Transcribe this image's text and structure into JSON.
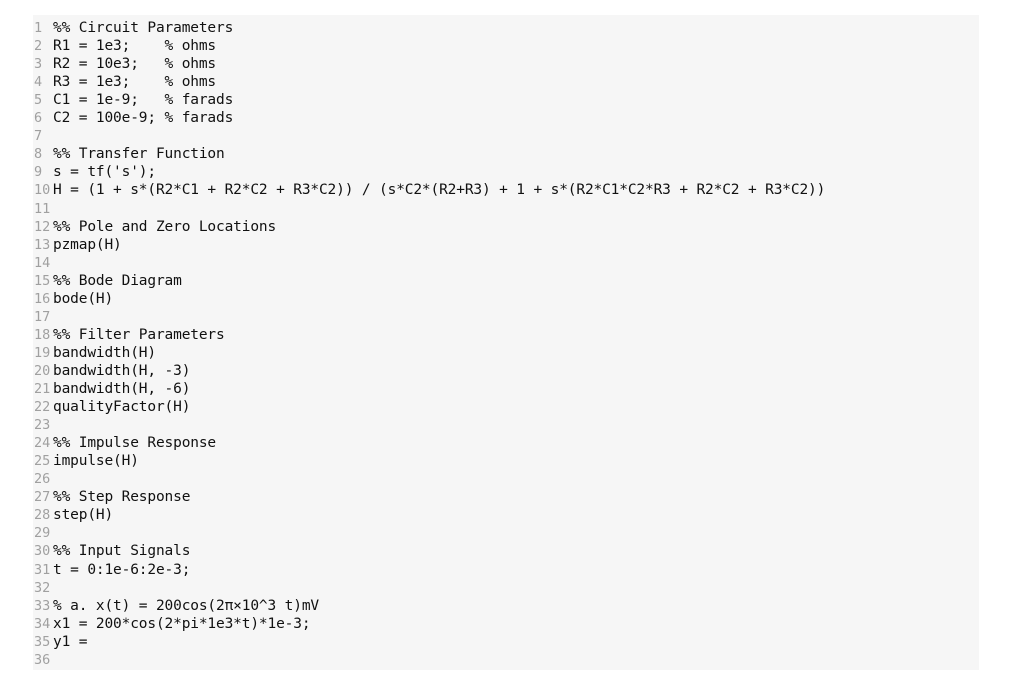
{
  "editor": {
    "lines": [
      "%% Circuit Parameters",
      "R1 = 1e3;    % ohms",
      "R2 = 10e3;   % ohms",
      "R3 = 1e3;    % ohms",
      "C1 = 1e-9;   % farads",
      "C2 = 100e-9; % farads",
      "",
      "%% Transfer Function",
      "s = tf('s');",
      "H = (1 + s*(R2*C1 + R2*C2 + R3*C2)) / (s*C2*(R2+R3) + 1 + s*(R2*C1*C2*R3 + R2*C2 + R3*C2))",
      "",
      "%% Pole and Zero Locations",
      "pzmap(H)",
      "",
      "%% Bode Diagram",
      "bode(H)",
      "",
      "%% Filter Parameters",
      "bandwidth(H)",
      "bandwidth(H, -3)",
      "bandwidth(H, -6)",
      "qualityFactor(H)",
      "",
      "%% Impulse Response",
      "impulse(H)",
      "",
      "%% Step Response",
      "step(H)",
      "",
      "%% Input Signals",
      "t = 0:1e-6:2e-3;",
      "",
      "% a. x(t) = 200cos(2π×10^3 t)mV",
      "x1 = 200*cos(2*pi*1e3*t)*1e-3;",
      "y1 =",
      ""
    ]
  }
}
